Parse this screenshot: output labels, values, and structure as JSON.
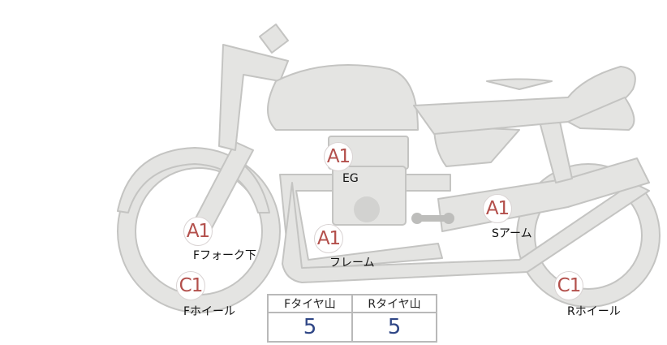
{
  "markers": [
    {
      "part": "EG",
      "grade": "A1"
    },
    {
      "part": "Fフォーク下",
      "grade": "A1"
    },
    {
      "part": "Fホイール",
      "grade": "C1"
    },
    {
      "part": "フレーム",
      "grade": "A1"
    },
    {
      "part": "Sアーム",
      "grade": "A1"
    },
    {
      "part": "Rホイール",
      "grade": "C1"
    }
  ],
  "tire_table": {
    "headers": [
      "Fタイヤ山",
      "Rタイヤ山"
    ],
    "values": [
      "5",
      "5"
    ]
  },
  "colors": {
    "grade": "#b3504c",
    "value": "#2f4686",
    "bike_fill": "#e4e4e2",
    "bike_stroke": "#c4c4c2"
  }
}
